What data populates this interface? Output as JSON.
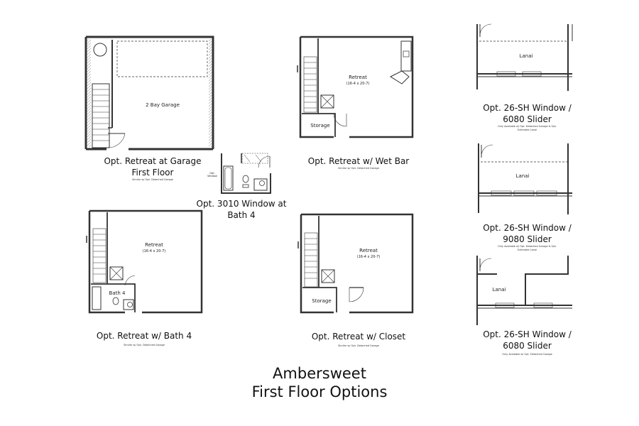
{
  "page": {
    "title_line1": "Ambersweet",
    "title_line2": "First Floor Options"
  },
  "plans": {
    "garage": {
      "caption": "Opt. Retreat at Garage\nFirst Floor",
      "note": "Similar w/ Opt. Detached Garage",
      "room_label": "2 Bay Garage"
    },
    "wet_bar": {
      "caption": "Opt. Retreat w/ Wet Bar",
      "note": "Similar w/ Opt. Detached Garage",
      "room_label": "Retreat",
      "room_size": "(16-4 x 20-7)",
      "storage_label": "Storage"
    },
    "window_bath4": {
      "caption": "Opt. 3010 Window at\nBath 4",
      "side_label": "Opt.\nWindow"
    },
    "bath4": {
      "caption": "Opt. Retreat w/ Bath 4",
      "note": "Similar w/ Opt. Detached Garage",
      "room_label": "Retreat",
      "room_size": "(16-4 x 20-7)",
      "bath_label": "Bath 4"
    },
    "closet": {
      "caption": "Opt. Retreat w/ Closet",
      "note": "Similar w/ Opt. Detached Garage",
      "room_label": "Retreat",
      "room_size": "(16-4 x 20-7)",
      "storage_label": "Storage"
    },
    "lanai_6080_a": {
      "caption": "Opt. 26-SH Window /\n6080 Slider",
      "note": "Only Available w/ Opt. Detached Garage & Opt.\nExtended Lanai",
      "room_label": "Lanai"
    },
    "lanai_9080": {
      "caption": "Opt. 26-SH Window /\n9080 Slider",
      "note": "Only Available w/ Opt. Detached Garage & Opt.\nExtended Lanai",
      "room_label": "Lanai"
    },
    "lanai_6080_b": {
      "caption": "Opt. 26-SH Window /\n6080 Slider",
      "note": "Only Available w/ Opt. Detached Garage",
      "room_label": "Lanai"
    }
  }
}
